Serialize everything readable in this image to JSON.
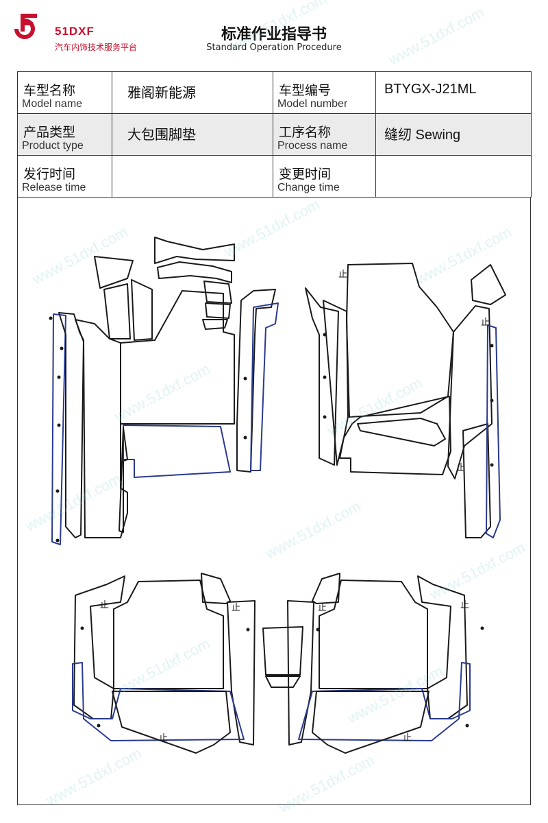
{
  "header": {
    "brand": "51DXF",
    "tagline": "汽车内饰技术服务平台",
    "title": "标准作业指导书",
    "subtitle": "Standard Operation Procedure",
    "brand_color": "#c8102e"
  },
  "info": {
    "model_name": {
      "cn": "车型名称",
      "en": "Model name",
      "value": "雅阁新能源"
    },
    "model_number": {
      "cn": "车型编号",
      "en": "Model number",
      "value": "BTYGX-J21ML"
    },
    "product_type": {
      "cn": "产品类型",
      "en": "Product type",
      "value": "大包围脚垫"
    },
    "process_name": {
      "cn": "工序名称",
      "en": "Process name",
      "value": "缝纫 Sewing"
    },
    "release_time": {
      "cn": "发行时间",
      "en": "Release time",
      "value": ""
    },
    "change_time": {
      "cn": "变更时间",
      "en": "Change time",
      "value": ""
    }
  },
  "drawing": {
    "stop_mark": "止",
    "outline_color": "#1a1a1a",
    "edge_color": "#2a3a8f"
  },
  "watermark": {
    "text": "www.51dxf.com"
  }
}
